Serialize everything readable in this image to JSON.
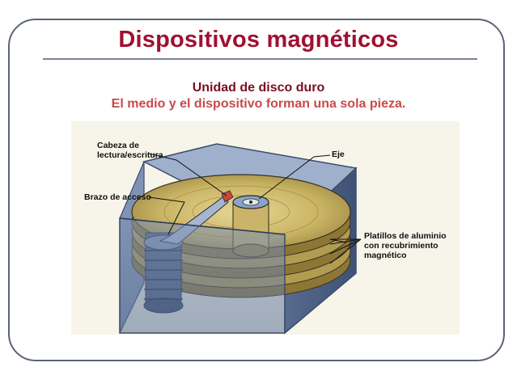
{
  "slide": {
    "title": "Dispositivos magnéticos",
    "subtitle": "Unidad de disco duro",
    "caption": "El medio y el dispositivo forman una sola pieza."
  },
  "figure": {
    "labels": {
      "head": "Cabeza de\nlectura/escritura",
      "arm": "Brazo de acceso",
      "spindle": "Eje",
      "platters": "Platillos de aluminio\ncon recubrimiento\nmagnético"
    }
  },
  "colors": {
    "title": "#a01030",
    "subtitle": "#7a0f25",
    "caption": "#c94a4a",
    "case": "#4f6487",
    "platter": "#c8b35f"
  }
}
